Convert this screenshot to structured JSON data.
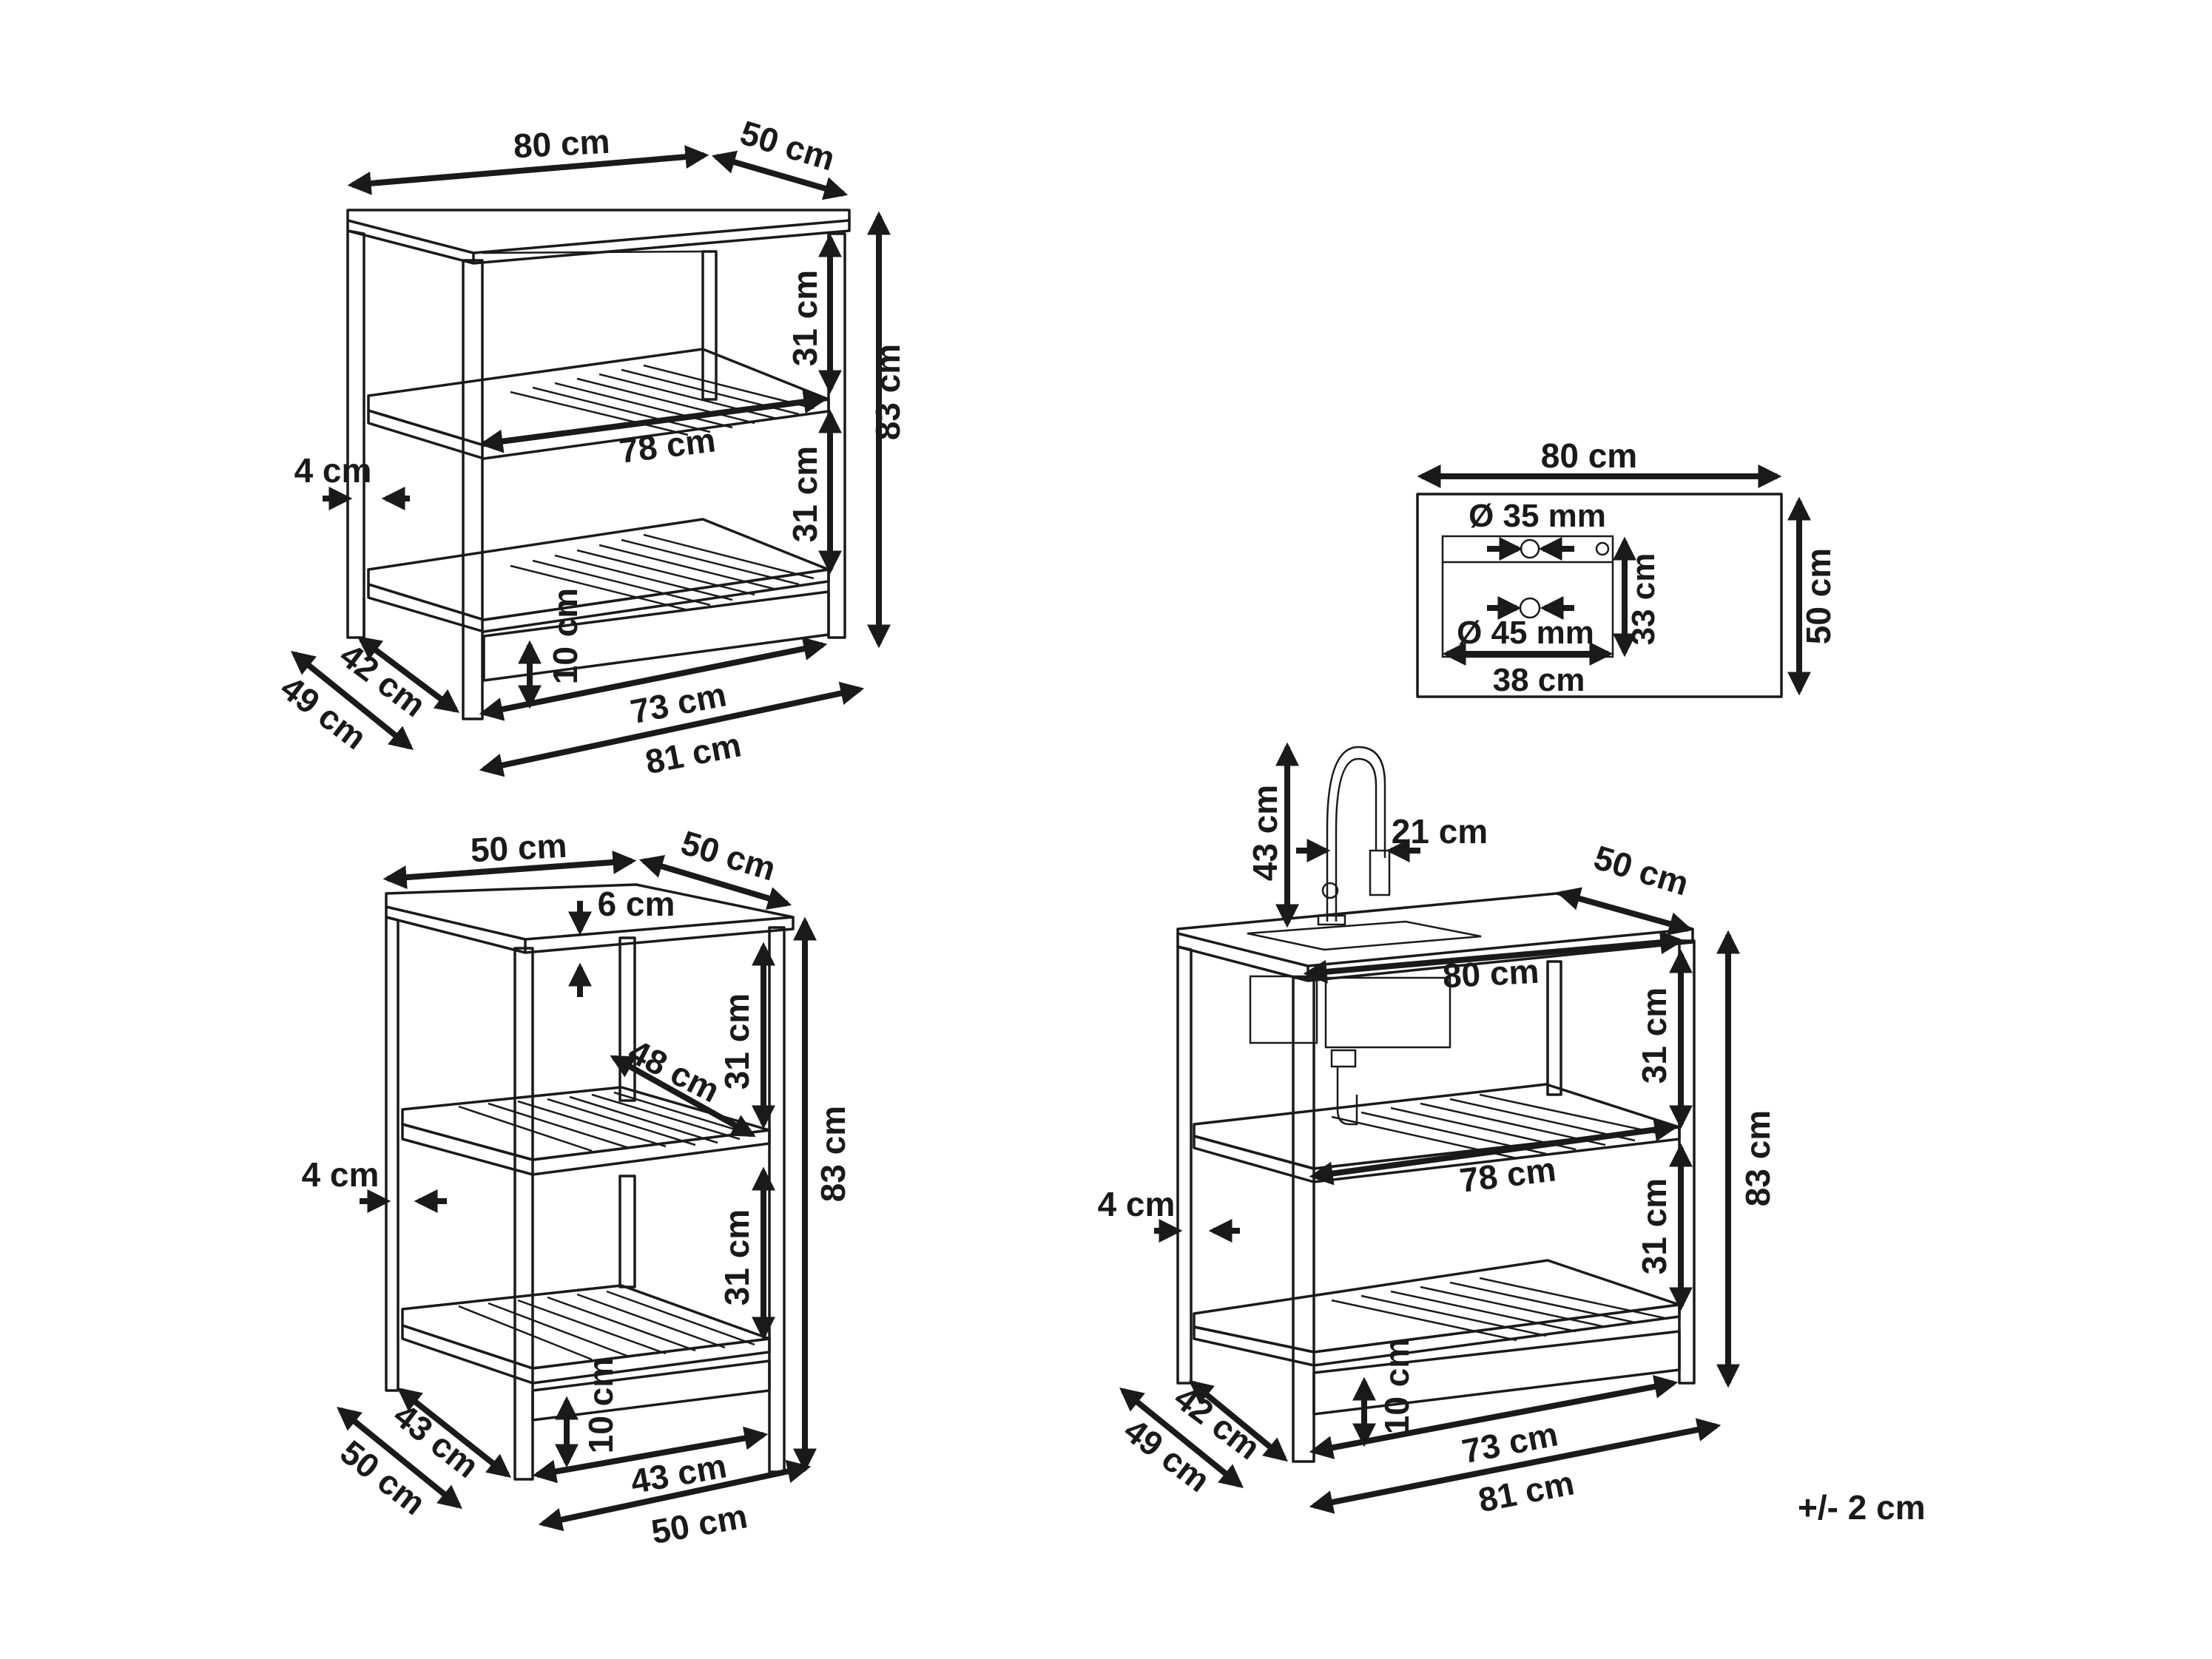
{
  "shelf_unit_large": {
    "top_width": "80 cm",
    "top_depth": "50 cm",
    "height": "83 cm",
    "shelf_gap_upper": "31 cm",
    "shelf_gap_lower": "31 cm",
    "shelf_width": "78 cm",
    "leg_thickness": "4 cm",
    "bottom_clearance": "10 cm",
    "inner_width": "73 cm",
    "outer_width": "81 cm",
    "inner_depth": "42 cm",
    "outer_depth": "49 cm"
  },
  "shelf_unit_small": {
    "top_width": "50 cm",
    "top_depth": "50 cm",
    "top_thickness": "6 cm",
    "height": "83 cm",
    "shelf_gap_upper": "31 cm",
    "shelf_gap_lower": "31 cm",
    "shelf_width": "48 cm",
    "leg_thickness": "4 cm",
    "bottom_clearance": "10 cm",
    "inner_width": "43 cm",
    "outer_width": "50 cm",
    "inner_depth": "43 cm",
    "outer_depth": "50 cm"
  },
  "sink_top_view": {
    "width": "80 cm",
    "depth": "50 cm",
    "tap_hole": "Ø 35 mm",
    "drain_hole": "Ø 45 mm",
    "basin_depth": "33 cm",
    "basin_width": "38 cm"
  },
  "sink_unit": {
    "faucet_height": "43 cm",
    "faucet_reach": "21 cm",
    "top_depth": "50 cm",
    "top_width": "80 cm",
    "height": "83 cm",
    "shelf_gap_upper": "31 cm",
    "shelf_gap_lower": "31 cm",
    "shelf_width": "78 cm",
    "leg_thickness": "4 cm",
    "bottom_clearance": "10 cm",
    "inner_width": "73 cm",
    "outer_width": "81 cm",
    "inner_depth": "42 cm",
    "outer_depth": "49 cm"
  },
  "tolerance": "+/- 2 cm"
}
